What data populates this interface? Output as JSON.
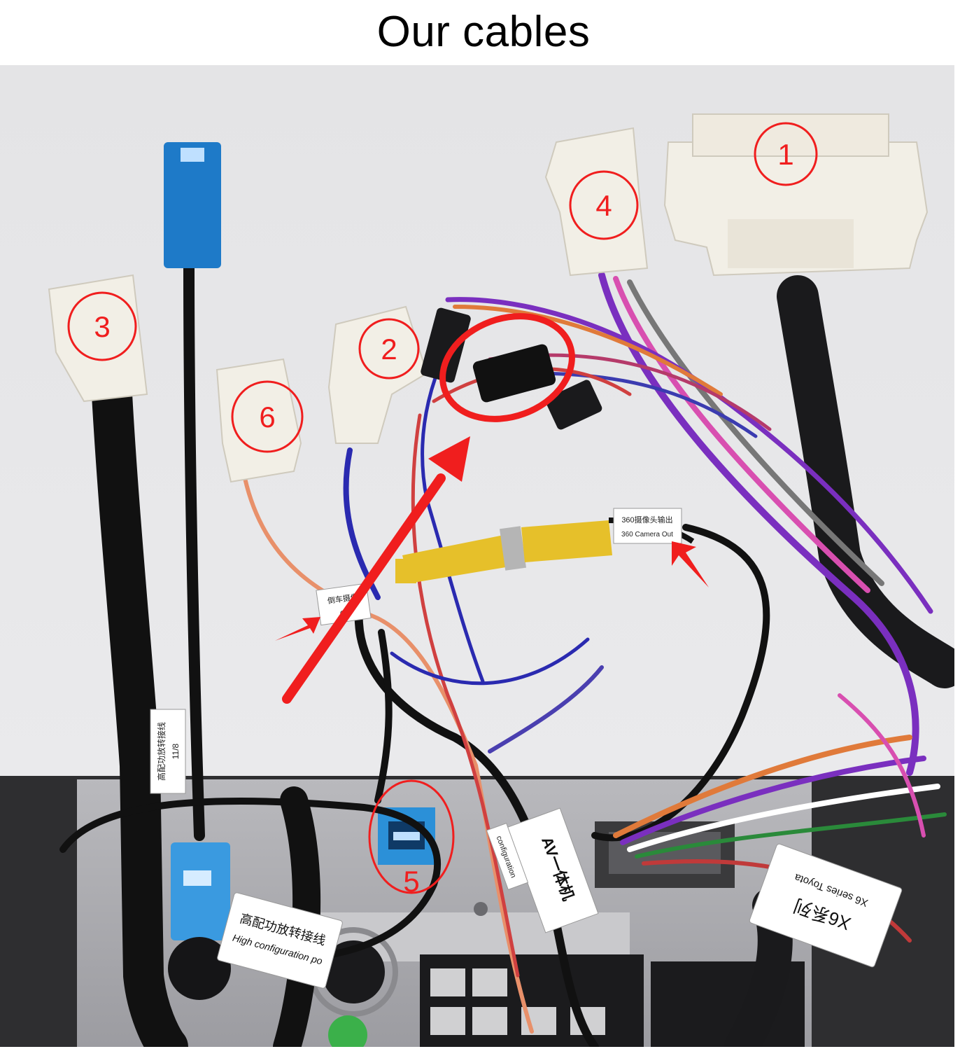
{
  "title": "Our cables",
  "photo": {
    "callouts": [
      {
        "id": "1",
        "label": "1"
      },
      {
        "id": "2",
        "label": "2"
      },
      {
        "id": "3",
        "label": "3"
      },
      {
        "id": "4",
        "label": "4"
      },
      {
        "id": "5",
        "label": "5"
      },
      {
        "id": "6",
        "label": "6"
      }
    ],
    "tags": {
      "camera_cn": "360摄像头输出",
      "camera_en": "360 Camera Out",
      "reverse_cn": "倒车摄像",
      "reverse_en": "CA",
      "harness_cn": "X6系列",
      "harness_en": "X6 series Toyota",
      "av_cn": "AV一体机",
      "power_cn": "高配功放转接线",
      "power_en": "High configuration po",
      "left_tag_cn": "高配功放转接线",
      "left_tag_num": "11/8",
      "config_tag": "configuration"
    },
    "colors": {
      "annotation_red": "#f01e1e",
      "connector_white": "#f2efe6",
      "connector_blue": "#1e7ac8",
      "rca_yellow": "#e6c02a"
    }
  }
}
